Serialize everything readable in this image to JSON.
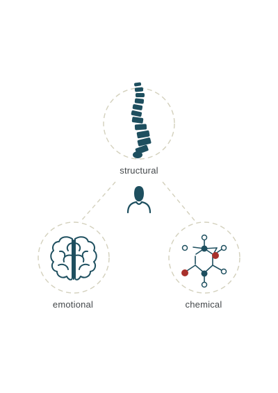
{
  "nodes": [
    {
      "id": "structural",
      "label": "structural",
      "icon": "spine-icon"
    },
    {
      "id": "emotional",
      "label": "emotional",
      "icon": "brain-icon"
    },
    {
      "id": "chemical",
      "label": "chemical",
      "icon": "molecule-icon"
    }
  ],
  "center_icon": "person-bust-icon",
  "colors": {
    "icon_primary": "#1e4f5f",
    "circle_dashed": "#d3d0bc",
    "connector_dashed": "#d3d0bc",
    "atom_red": "#a8302b",
    "text": "#43474a"
  }
}
